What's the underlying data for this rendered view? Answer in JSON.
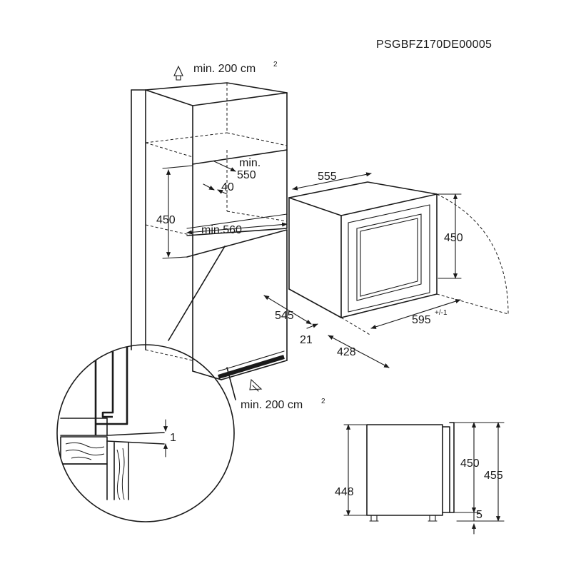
{
  "document_code": "PSGBFZ170DE00005",
  "ventilation": {
    "top": {
      "text": "min. 200 cm",
      "sup": "2"
    },
    "bottom": {
      "text": "min. 200 cm",
      "sup": "2"
    }
  },
  "niche": {
    "min_depth_prefix": "min.",
    "min_depth_value": "550",
    "gap": "40",
    "height": "450",
    "min_width": "min.560"
  },
  "appliance": {
    "depth_top": "555",
    "height_front": "450",
    "depth": "545",
    "front_offset": "21",
    "body_width": "428",
    "width": "595",
    "width_tolerance": "+/-1"
  },
  "detail": {
    "gap": "1"
  },
  "side_view": {
    "body_height": "448",
    "front_height": "450",
    "total_height": "455",
    "foot": "5"
  }
}
